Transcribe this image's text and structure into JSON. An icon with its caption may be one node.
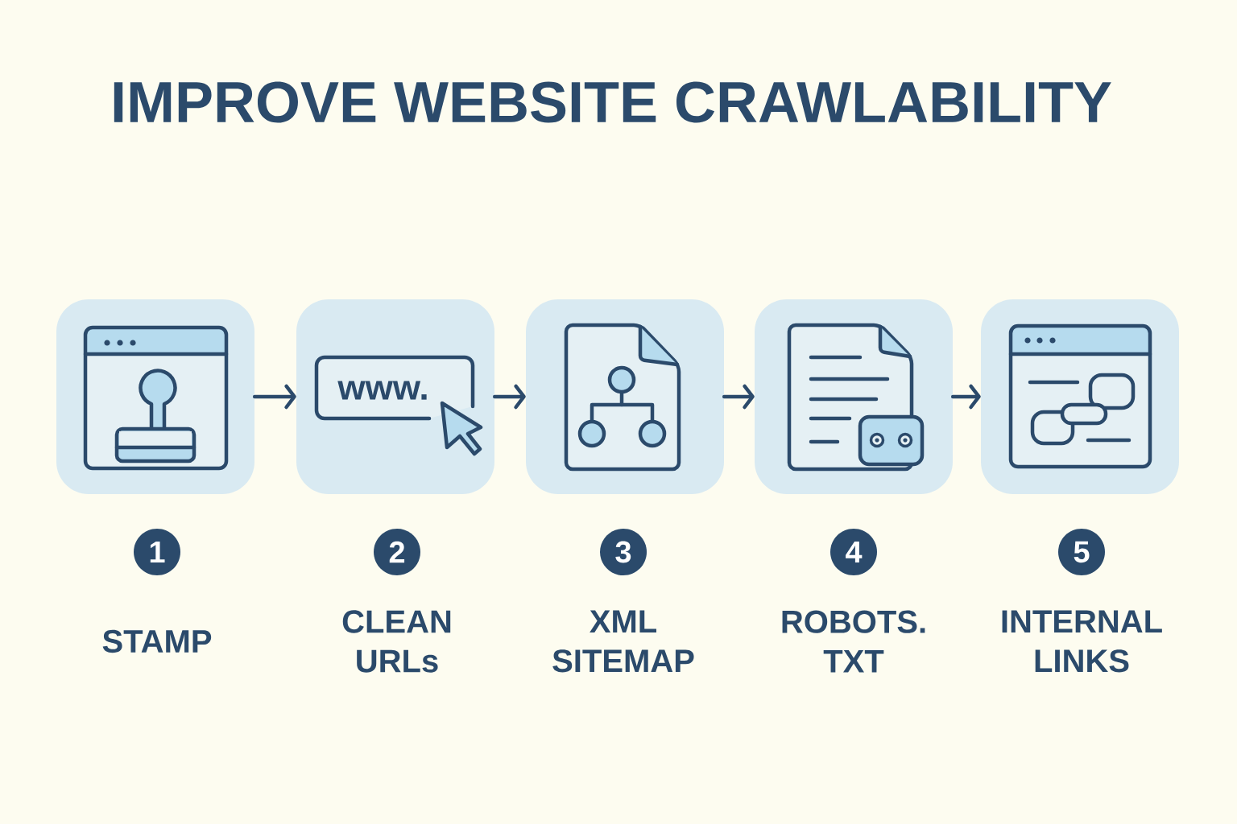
{
  "diagram": {
    "title": "IMPROVE WEBSITE CRAWLABILITY",
    "nodes": [
      {
        "text": [],
        "shape": "picture"
      },
      {
        "text": [
          "www."
        ]
      },
      {
        "text": [],
        "shape": "picture"
      },
      {
        "text": [],
        "shape": "picture"
      },
      {
        "text": [],
        "shape": "picture"
      },
      {
        "text": [
          "1"
        ],
        "beside": [
          "STAMP"
        ]
      },
      {
        "text": [
          "2"
        ],
        "beside": [
          "CLEAN URLs"
        ]
      },
      {
        "text": [
          "3"
        ],
        "beside": [
          "XML SITEMAP"
        ]
      },
      {
        "text": [
          "4"
        ],
        "beside": [
          "ROBOTS. TXT"
        ]
      },
      {
        "text": [
          "5"
        ],
        "beside": [
          "INTERNAL LINKS"
        ]
      }
    ],
    "edges": [
      {
        "from": 0,
        "to": 1,
        "arrow": "to"
      },
      {
        "from": 1,
        "to": 2,
        "arrow": "to"
      },
      {
        "from": 2,
        "to": 3,
        "arrow": "to"
      },
      {
        "from": 3,
        "to": 4,
        "arrow": "to"
      }
    ]
  }
}
